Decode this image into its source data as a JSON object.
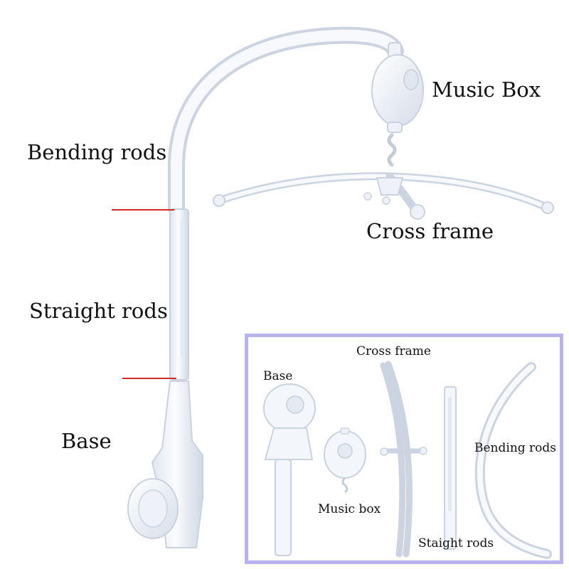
{
  "main": {
    "labels": {
      "music_box": "Music Box",
      "bending_rods": "Bending rods",
      "cross_frame": "Cross frame",
      "straight_rods": "Straight rods",
      "base": "Base"
    },
    "marker_color": "#d42a2a"
  },
  "inset": {
    "border_color": "#b7b3ee",
    "labels": {
      "cross_frame": "Cross frame",
      "base": "Base",
      "bending_rods": "Bending rods",
      "music_box": "Music box",
      "straight_rods": "Staight rods"
    }
  },
  "colors": {
    "part_fill": "#f3f6fb",
    "part_stroke": "#c9d2de",
    "part_shade": "#dde4ee"
  }
}
